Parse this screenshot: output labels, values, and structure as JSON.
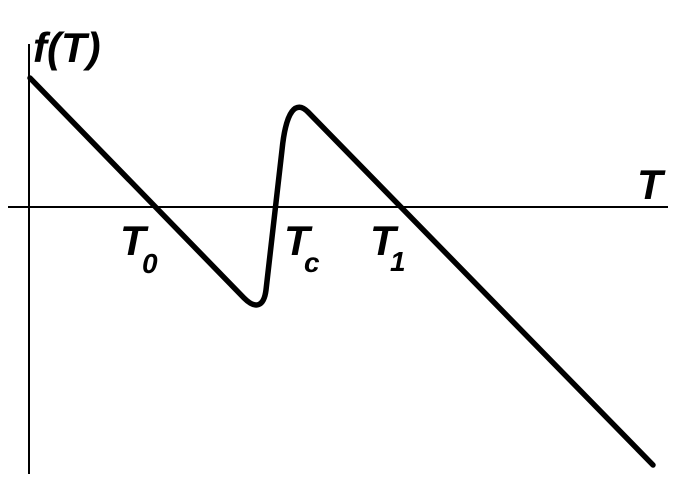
{
  "labels": {
    "y_axis": "f(T)",
    "x_axis": "T",
    "t0_base": "T",
    "t0_sub": "0",
    "tc_base": "T",
    "tc_sub": "c",
    "t1_base": "T",
    "t1_sub": "1"
  },
  "colors": {
    "ink": "#000000",
    "background": "#ffffff"
  }
}
